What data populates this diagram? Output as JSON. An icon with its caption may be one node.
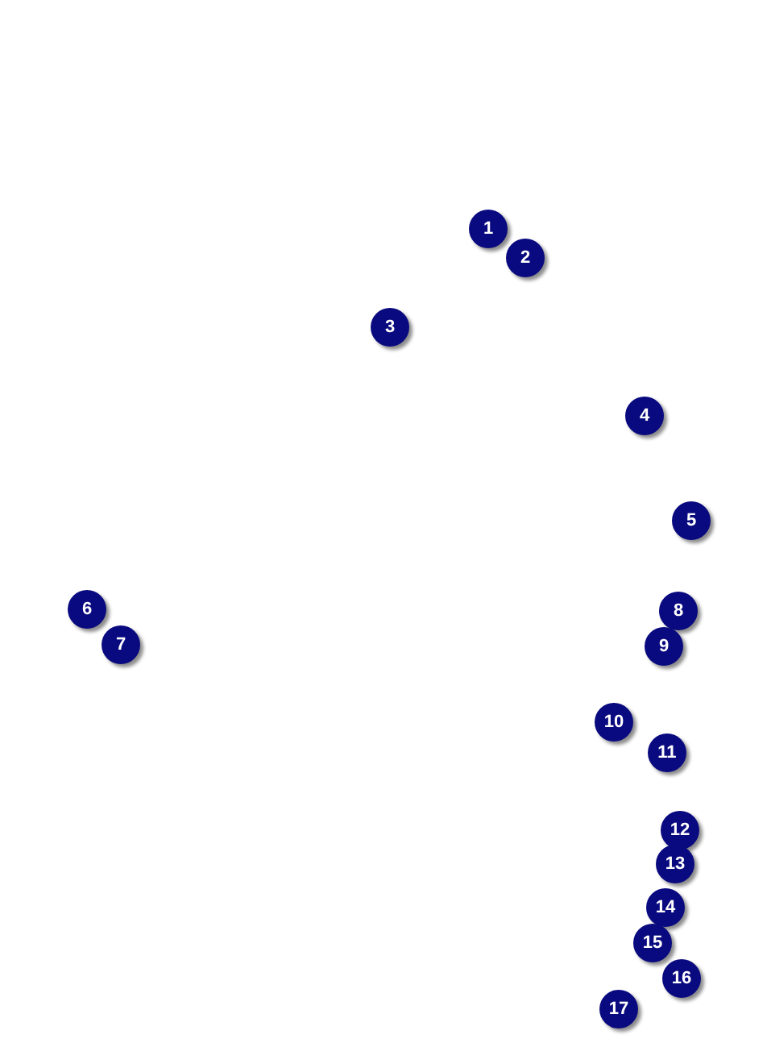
{
  "diagram": {
    "labels": [
      "1",
      "2",
      "3",
      "4",
      "5",
      "6",
      "7",
      "8",
      "9",
      "10",
      "11",
      "12",
      "13",
      "14",
      "15",
      "16",
      "17"
    ]
  }
}
